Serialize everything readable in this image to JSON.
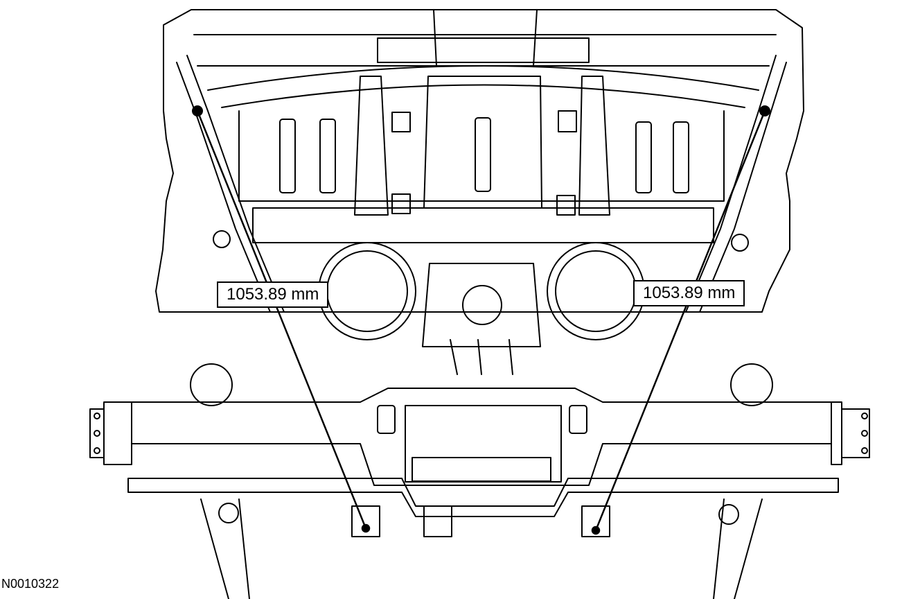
{
  "figure": {
    "id": "N0010322",
    "measurements": [
      {
        "label": "1053.89 mm",
        "side": "left"
      },
      {
        "label": "1053.89 mm",
        "side": "right"
      }
    ]
  },
  "colors": {
    "line": "#000000",
    "background": "#ffffff"
  }
}
